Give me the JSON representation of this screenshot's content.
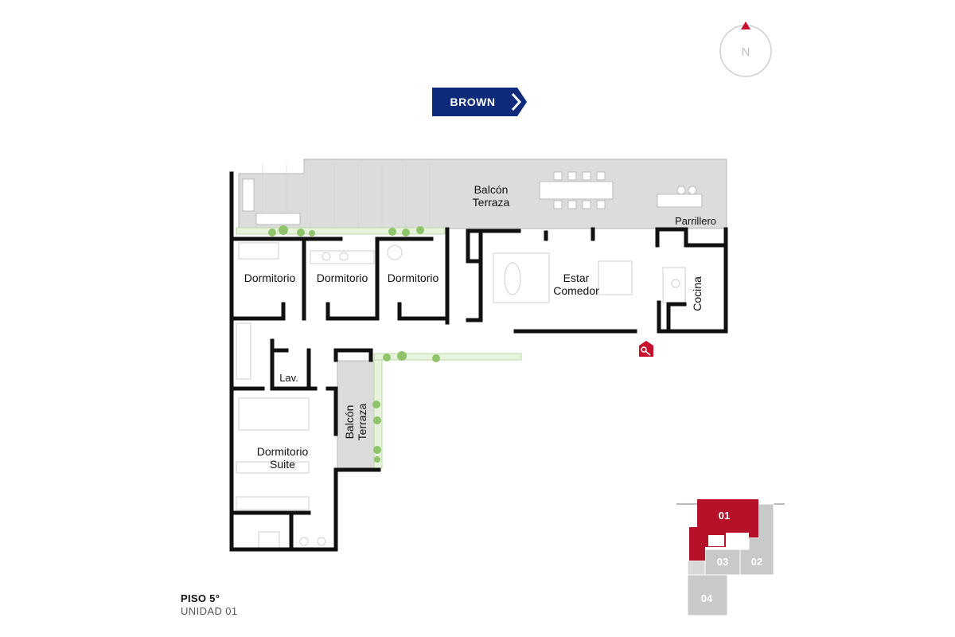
{
  "compass": {
    "label": "N",
    "arrow_color": "#c8102e"
  },
  "street_sign": {
    "label": "BROWN",
    "color": "#0d2b7a"
  },
  "rooms": {
    "balcon_terraza_top": [
      "Balcón",
      "Terraza"
    ],
    "parrillero": "Parrillero",
    "dormitorio_1": "Dormitorio",
    "dormitorio_2": "Dormitorio",
    "dormitorio_3": "Dormitorio",
    "estar_comedor": [
      "Estar",
      "Comedor"
    ],
    "cocina": "Cocina",
    "lav": "Lav.",
    "balcon_terraza_side": [
      "Balcón",
      "Terraza"
    ],
    "dormitorio_suite": [
      "Dormitorio",
      "Suite"
    ]
  },
  "entrance_icon": {
    "name": "key-entrance-icon",
    "color": "#c8102e"
  },
  "unit_map": {
    "units": [
      {
        "id": "01",
        "highlighted": true,
        "color": "#b5122a"
      },
      {
        "id": "02",
        "highlighted": false,
        "color": "#c9c9c9"
      },
      {
        "id": "03",
        "highlighted": false,
        "color": "#c9c9c9"
      },
      {
        "id": "04",
        "highlighted": false,
        "color": "#c9c9c9"
      }
    ]
  },
  "footer": {
    "floor": "PISO 5°",
    "unit": "UNIDAD 01"
  }
}
